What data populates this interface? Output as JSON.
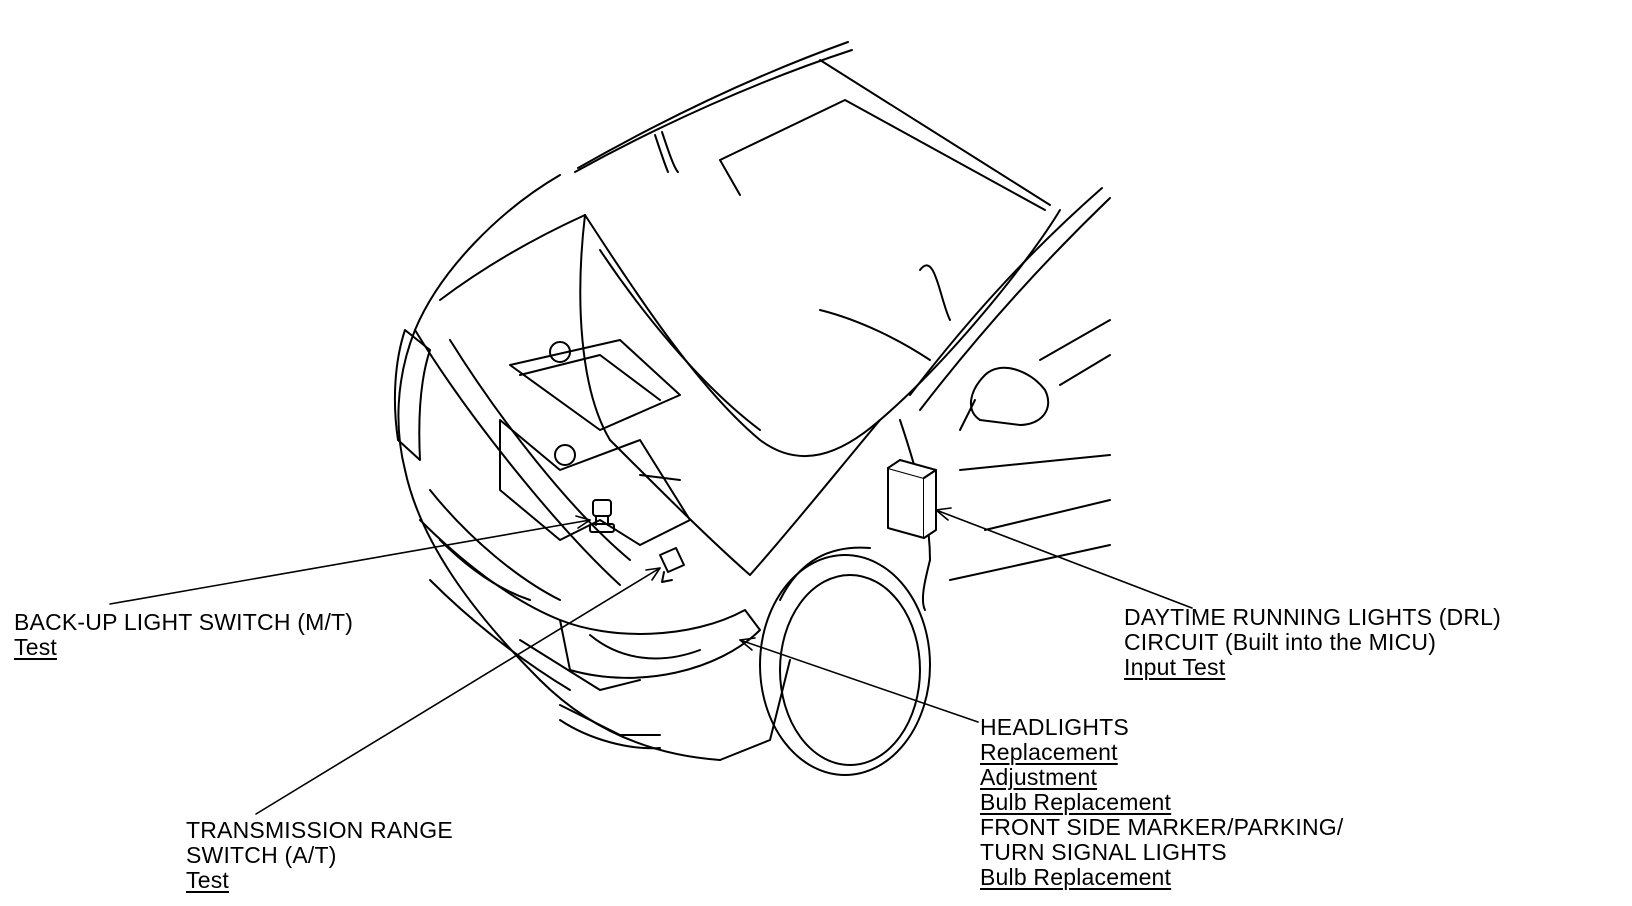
{
  "callouts": {
    "backup_switch": {
      "title": "BACK-UP LIGHT SWITCH (M/T)",
      "links": [
        "Test"
      ]
    },
    "transmission_switch": {
      "title_line1": "TRANSMISSION RANGE",
      "title_line2": "SWITCH (A/T)",
      "links": [
        "Test"
      ]
    },
    "headlights": {
      "title": "HEADLIGHTS",
      "links": [
        "Replacement",
        "Adjustment",
        "Bulb Replacement"
      ],
      "subtitle_line1": "FRONT SIDE MARKER/PARKING/",
      "subtitle_line2": "TURN SIGNAL LIGHTS",
      "sub_links": [
        "Bulb Replacement"
      ]
    },
    "drl": {
      "title_line1": "DAYTIME RUNNING LIGHTS (DRL)",
      "title_line2": "CIRCUIT (Built into the MICU)",
      "links": [
        "Input Test"
      ]
    }
  },
  "style": {
    "line_color": "#000000",
    "background": "#ffffff"
  }
}
